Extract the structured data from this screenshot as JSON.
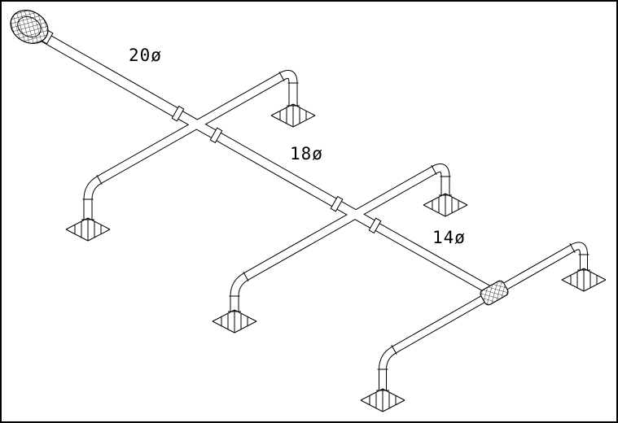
{
  "drawing": {
    "background": "#ffffff",
    "line_color": "#000000",
    "labels": [
      {
        "id": "dia-20",
        "text": "20ø"
      },
      {
        "id": "dia-18",
        "text": "18ø"
      },
      {
        "id": "dia-14",
        "text": "14ø"
      }
    ],
    "components": [
      "knurled-cap-fitting",
      "pipe-header-run",
      "cross-branch-run",
      "union-fitting",
      "floor-flange-support"
    ]
  }
}
